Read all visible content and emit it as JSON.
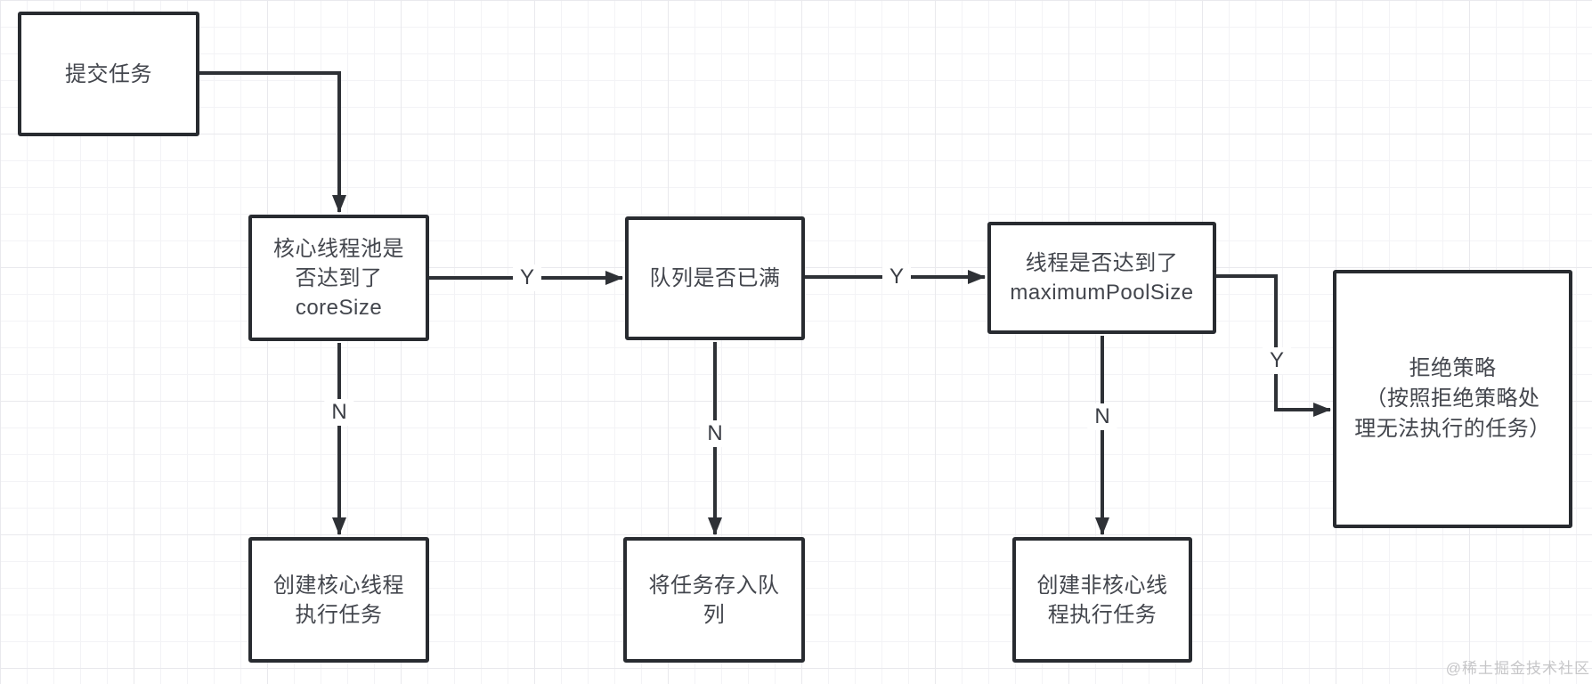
{
  "diagram": {
    "title_domain": "thread-pool-task-flowchart",
    "colors": {
      "background": "#ffffff",
      "grid_minor": "#f3f3f6",
      "grid_major": "#e9e9ed",
      "stroke": "#2e3136",
      "node_border": "#282b30",
      "text": "#43464d",
      "watermark": "#c6c6c8"
    },
    "nodes": {
      "submit_task": {
        "lines": [
          "提交任务"
        ]
      },
      "core_pool_question": {
        "lines": [
          "核心线程池是",
          "否达到了",
          "coreSize"
        ]
      },
      "queue_full_question": {
        "lines": [
          "队列是否已满"
        ]
      },
      "max_pool_question": {
        "lines": [
          "线程是否达到了",
          "maximumPoolSize"
        ]
      },
      "reject_policy": {
        "lines": [
          "拒绝策略",
          "（按照拒绝策略处",
          "理无法执行的任务）"
        ]
      },
      "create_core_thread": {
        "lines": [
          "创建核心线程",
          "执行任务"
        ]
      },
      "store_in_queue": {
        "lines": [
          "将任务存入队",
          "列"
        ]
      },
      "create_noncore_thread": {
        "lines": [
          "创建非核心线",
          "程执行任务"
        ]
      }
    },
    "edge_labels": {
      "core_yes": "Y",
      "queue_yes": "Y",
      "max_yes": "Y",
      "core_no": "N",
      "queue_no": "N",
      "max_no": "N"
    },
    "watermark": "@稀土掘金技术社区"
  }
}
